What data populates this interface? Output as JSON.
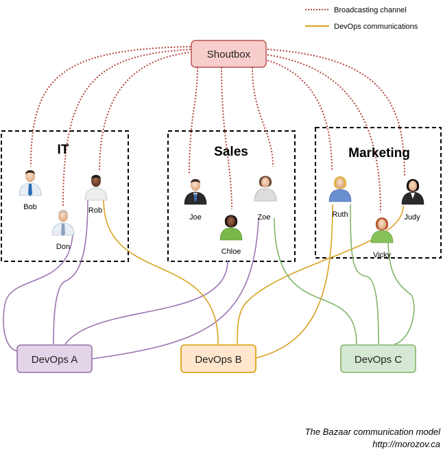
{
  "legend": {
    "broadcast": "Broadcasting channel",
    "devops": "DevOps communications"
  },
  "colors": {
    "broadcast": "#b5403a",
    "devops_a": "#9b73b0",
    "devops_b": "#d8a21e",
    "devops_c": "#7fb466",
    "shoutbox_fill": "#f8cecc",
    "shoutbox_stroke": "#b85450",
    "a_fill": "#e1d5e7",
    "b_fill": "#ffe6cc",
    "c_fill": "#d5e8d4"
  },
  "shoutbox": "Shoutbox",
  "groups": {
    "it": "IT",
    "sales": "Sales",
    "marketing": "Marketing"
  },
  "people": {
    "bob": "Bob",
    "don": "Don",
    "rob": "Rob",
    "joe": "Joe",
    "chloe": "Chloe",
    "zoe": "Zoe",
    "ruth": "Ruth",
    "vicky": "Vicky",
    "judy": "Judy"
  },
  "devops": {
    "a": "DevOps A",
    "b": "DevOps B",
    "c": "DevOps C"
  },
  "caption": {
    "title": "The Bazaar communication model",
    "url": "http://morozov.ca"
  }
}
